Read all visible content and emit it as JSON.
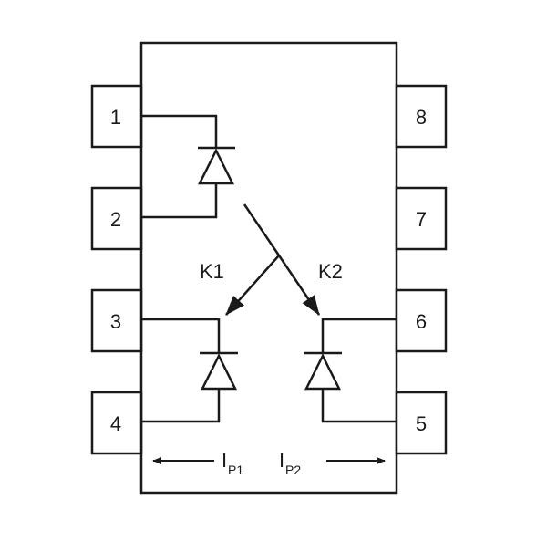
{
  "pins": {
    "p1": "1",
    "p2": "2",
    "p3": "3",
    "p4": "4",
    "p5": "5",
    "p6": "6",
    "p7": "7",
    "p8": "8"
  },
  "labels": {
    "k1": "K1",
    "k2": "K2",
    "ip1_main": "I",
    "ip1_sub": "P1",
    "ip2_main": "I",
    "ip2_sub": "P2"
  },
  "colors": {
    "stroke": "#1a1a1a",
    "background": "#ffffff"
  }
}
